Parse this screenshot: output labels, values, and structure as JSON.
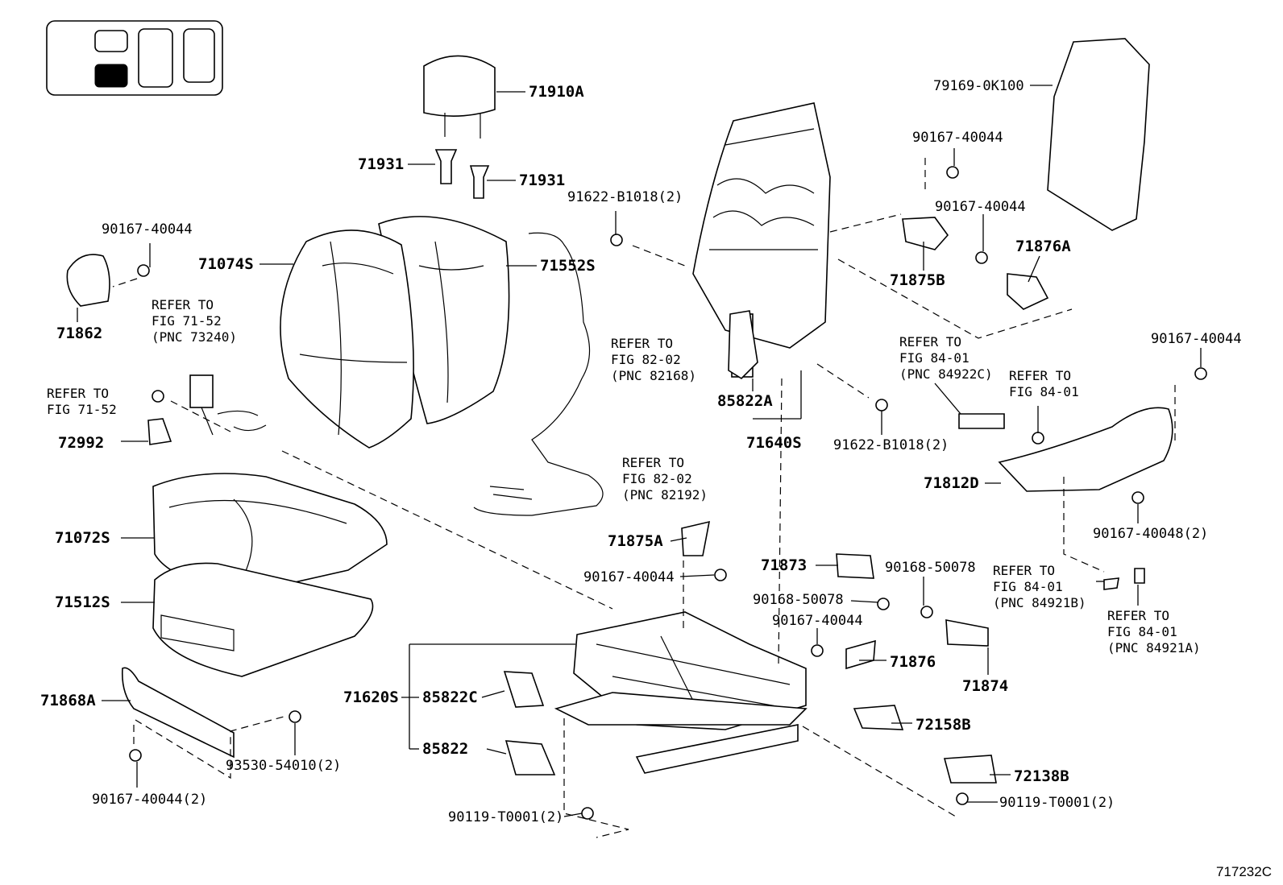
{
  "labels": {
    "l71910A": "71910A",
    "l71931a": "71931",
    "l71931b": "71931",
    "l71074S": "71074S",
    "l71552S": "71552S",
    "l90167_40044_a": "90167-40044",
    "l71862": "71862",
    "l72992": "72992",
    "l71072S": "71072S",
    "l71512S": "71512S",
    "l71868A": "71868A",
    "l93530": "93530-54010(2)",
    "l90167_40044_2a": "90167-40044(2)",
    "l91622_a": "91622-B1018(2)",
    "l85822A": "85822A",
    "l71640S": "71640S",
    "l91622_b": "91622-B1018(2)",
    "l79169": "79169-0K100",
    "l90167_40044_b": "90167-40044",
    "l90167_40044_c": "90167-40044",
    "l71876A": "71876A",
    "l71875B": "71875B",
    "l90167_40044_d": "90167-40044",
    "l71812D": "71812D",
    "l90167_40048": "90167-40048(2)",
    "l71875A": "71875A",
    "l90167_40044_e": "90167-40044",
    "l71873": "71873",
    "l90168_a": "90168-50078",
    "l90168_b": "90168-50078",
    "l90167_40044_f": "90167-40044",
    "l71876": "71876",
    "l71874": "71874",
    "l71620S": "71620S",
    "l85822C": "85822C",
    "l85822": "85822",
    "l72158B": "72158B",
    "l72138B": "72138B",
    "l90119_a": "90119-T0001(2)",
    "l90119_b": "90119-T0001(2)"
  },
  "refs": {
    "r1": [
      "REFER TO",
      "FIG 71-52",
      "(PNC 73240)"
    ],
    "r2": [
      "REFER TO",
      "FIG 71-52"
    ],
    "r3": [
      "REFER TO",
      "FIG 82-02",
      "(PNC 82168)"
    ],
    "r4": [
      "REFER TO",
      "FIG 82-02",
      "(PNC 82192)"
    ],
    "r5": [
      "REFER TO",
      "FIG 84-01",
      "(PNC 84922C)"
    ],
    "r6": [
      "REFER TO",
      "FIG 84-01"
    ],
    "r7": [
      "REFER TO",
      "FIG 84-01",
      "(PNC 84921B)"
    ],
    "r8": [
      "REFER TO",
      "FIG 84-01",
      "(PNC 84921A)"
    ]
  },
  "figure_id": "717232C",
  "legend_icon": "seat-position-icon"
}
